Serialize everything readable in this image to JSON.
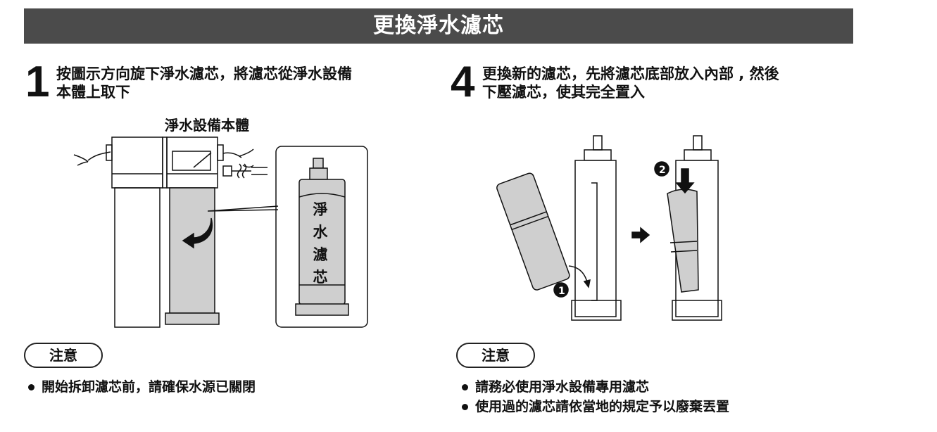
{
  "title": "更換淨水濾芯",
  "step1": {
    "number": "1",
    "lines": [
      "按圖示方向旋下淨水濾芯，將濾芯從淨水設備",
      "本體上取下"
    ],
    "diagram_label": "淨水設備本體",
    "cartridge_label": [
      "淨",
      "水",
      "濾",
      "芯"
    ]
  },
  "step4": {
    "number": "4",
    "lines": [
      "更換新的濾芯，先將濾芯底部放入內部 , 然後",
      "下壓濾芯，使其完全置入"
    ]
  },
  "caution_left": {
    "label": "注意",
    "items": [
      "開始拆卸濾芯前，請確保水源已關閉"
    ]
  },
  "caution_right": {
    "label": "注意",
    "items": [
      "請務必使用淨水設備專用濾芯",
      "使用過的濾芯請依當地的規定予以廢棄丟置"
    ]
  },
  "colors": {
    "title_bg": "#4b4b4b",
    "cartridge": "#cfcfcf"
  }
}
